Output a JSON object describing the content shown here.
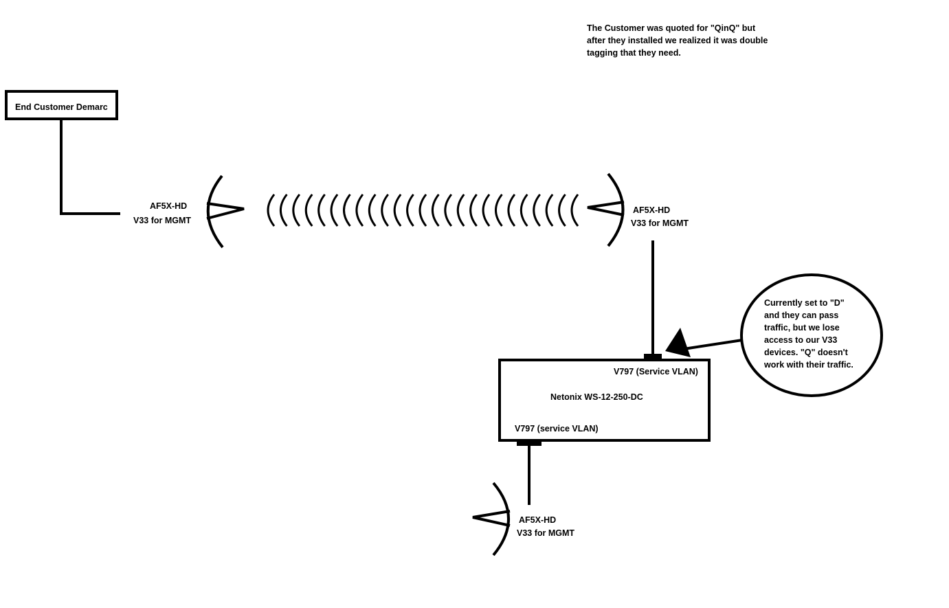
{
  "note": {
    "lines": [
      "The Customer was quoted for \"QinQ\" but",
      "after they installed we realized it was double",
      "tagging that they need."
    ]
  },
  "demarc": {
    "label": "End Customer Demarc"
  },
  "antenna_left": {
    "model": "AF5X-HD",
    "mgmt": "V33 for MGMT"
  },
  "antenna_right": {
    "model": "AF5X-HD",
    "mgmt": "V33 for MGMT"
  },
  "antenna_bottom": {
    "model": "AF5X-HD",
    "mgmt": "V33 for MGMT"
  },
  "switch": {
    "name": "Netonix WS-12-250-DC",
    "port_top": "V797 (Service VLAN)",
    "port_bottom": "V797 (service VLAN)"
  },
  "callout": {
    "lines": [
      "Currently set to \"D\"",
      "and they can pass",
      "traffic, but we lose",
      "access to our V33",
      "devices. \"Q\" doesn't",
      "work with their traffic."
    ]
  },
  "wireless_link": {
    "wave_count": 25
  }
}
